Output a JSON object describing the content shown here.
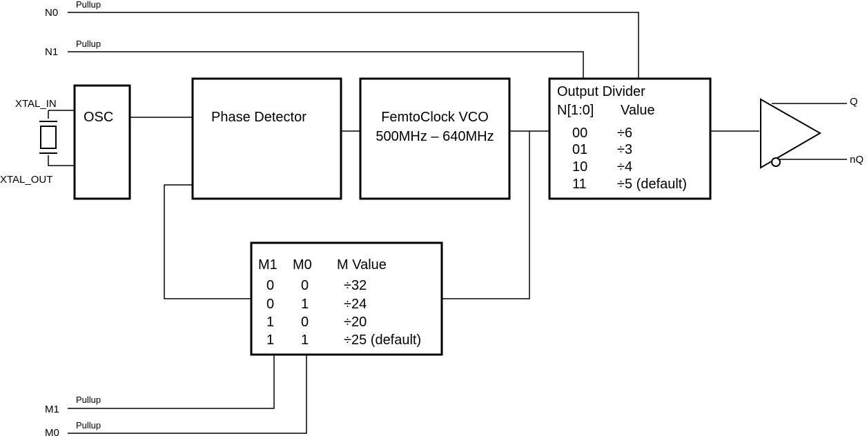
{
  "signals": {
    "n0": "N0",
    "n1": "N1",
    "m1": "M1",
    "m0": "M0",
    "pullup": "Pullup",
    "xtal_in": "XTAL_IN",
    "xtal_out": "XTAL_OUT",
    "q": "Q",
    "nq": "nQ"
  },
  "blocks": {
    "osc": "OSC",
    "phase_detector": "Phase Detector",
    "vco_line1": "FemtoClock VCO",
    "vco_line2": "500MHz – 640MHz"
  },
  "output_divider": {
    "title": "Output Divider",
    "col1_header": "N[1:0]",
    "col2_header": "Value",
    "rows": [
      {
        "code": "00",
        "value": "÷6"
      },
      {
        "code": "01",
        "value": "÷3"
      },
      {
        "code": "10",
        "value": "÷4"
      },
      {
        "code": "11",
        "value": "÷5 (default)"
      }
    ]
  },
  "m_divider": {
    "headers": [
      "M1",
      "M0",
      "M Value"
    ],
    "rows": [
      {
        "m1": "0",
        "m0": "0",
        "value": "÷32"
      },
      {
        "m1": "0",
        "m0": "1",
        "value": "÷24"
      },
      {
        "m1": "1",
        "m0": "0",
        "value": "÷20"
      },
      {
        "m1": "1",
        "m0": "1",
        "value": "÷25 (default)"
      }
    ]
  }
}
